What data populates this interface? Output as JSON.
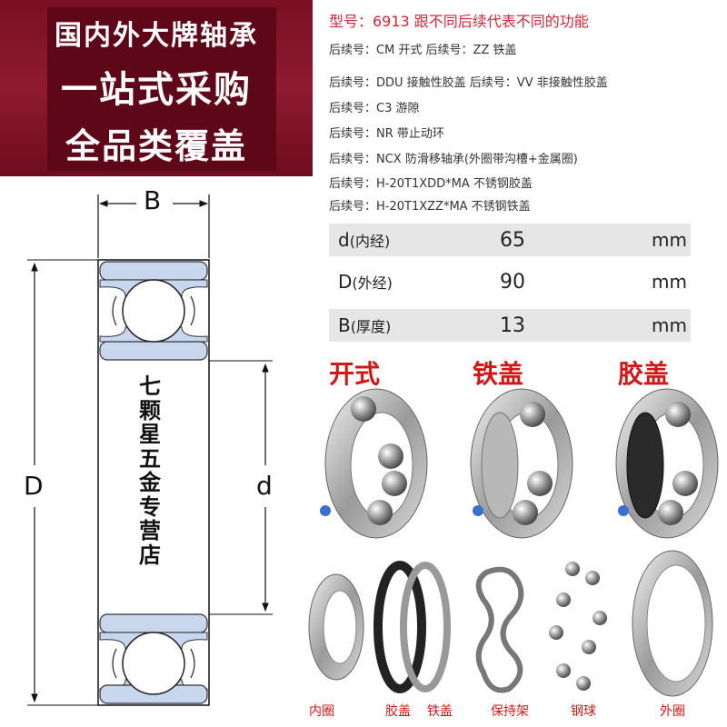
{
  "banner": {
    "line1": "国内外大牌轴承",
    "line2": "一站式采购",
    "line3": "全品类覆盖"
  },
  "spec": {
    "title": "型号：6913 跟不同后续代表不同的功能",
    "suffixes": [
      "后续号：CM  开式       后续号：ZZ  铁盖",
      "后续号：DDU 接触性胶盖 后续号：VV 非接触性胶盖",
      "后续号：C3 游隙",
      "后续号：NR 带止动环",
      "后续号：NCX 防滑移轴承(外圈带沟槽+金属圈)",
      "后续号：H-20T1XDD*MA 不锈钢胶盖",
      "后续号：H-20T1XZZ*MA 不锈钢铁盖"
    ]
  },
  "dimensions": [
    {
      "symbol": "d",
      "name": "(内经)",
      "value": "65",
      "unit": "mm"
    },
    {
      "symbol": "D",
      "name": "(外经)",
      "value": "90",
      "unit": "mm"
    },
    {
      "symbol": "B",
      "name": "(厚度)",
      "value": "13",
      "unit": "mm"
    }
  ],
  "types": {
    "open": "开式",
    "steel_shield": "铁盖",
    "rubber_seal": "胶盖"
  },
  "drawing": {
    "label_B": "B",
    "label_D": "D",
    "label_d": "d",
    "shop_name": "七颗星五金专营店"
  },
  "parts": {
    "inner_ring": "内圈",
    "seal": "胶盖",
    "shield": "铁盖",
    "cage": "保持架",
    "balls": "钢球",
    "outer_ring": "外圈"
  },
  "colors": {
    "banner": "#8f1a30",
    "accent_red": "#d01818",
    "title_red": "#d0283a",
    "bearing_blue": "#c9d7ee"
  }
}
